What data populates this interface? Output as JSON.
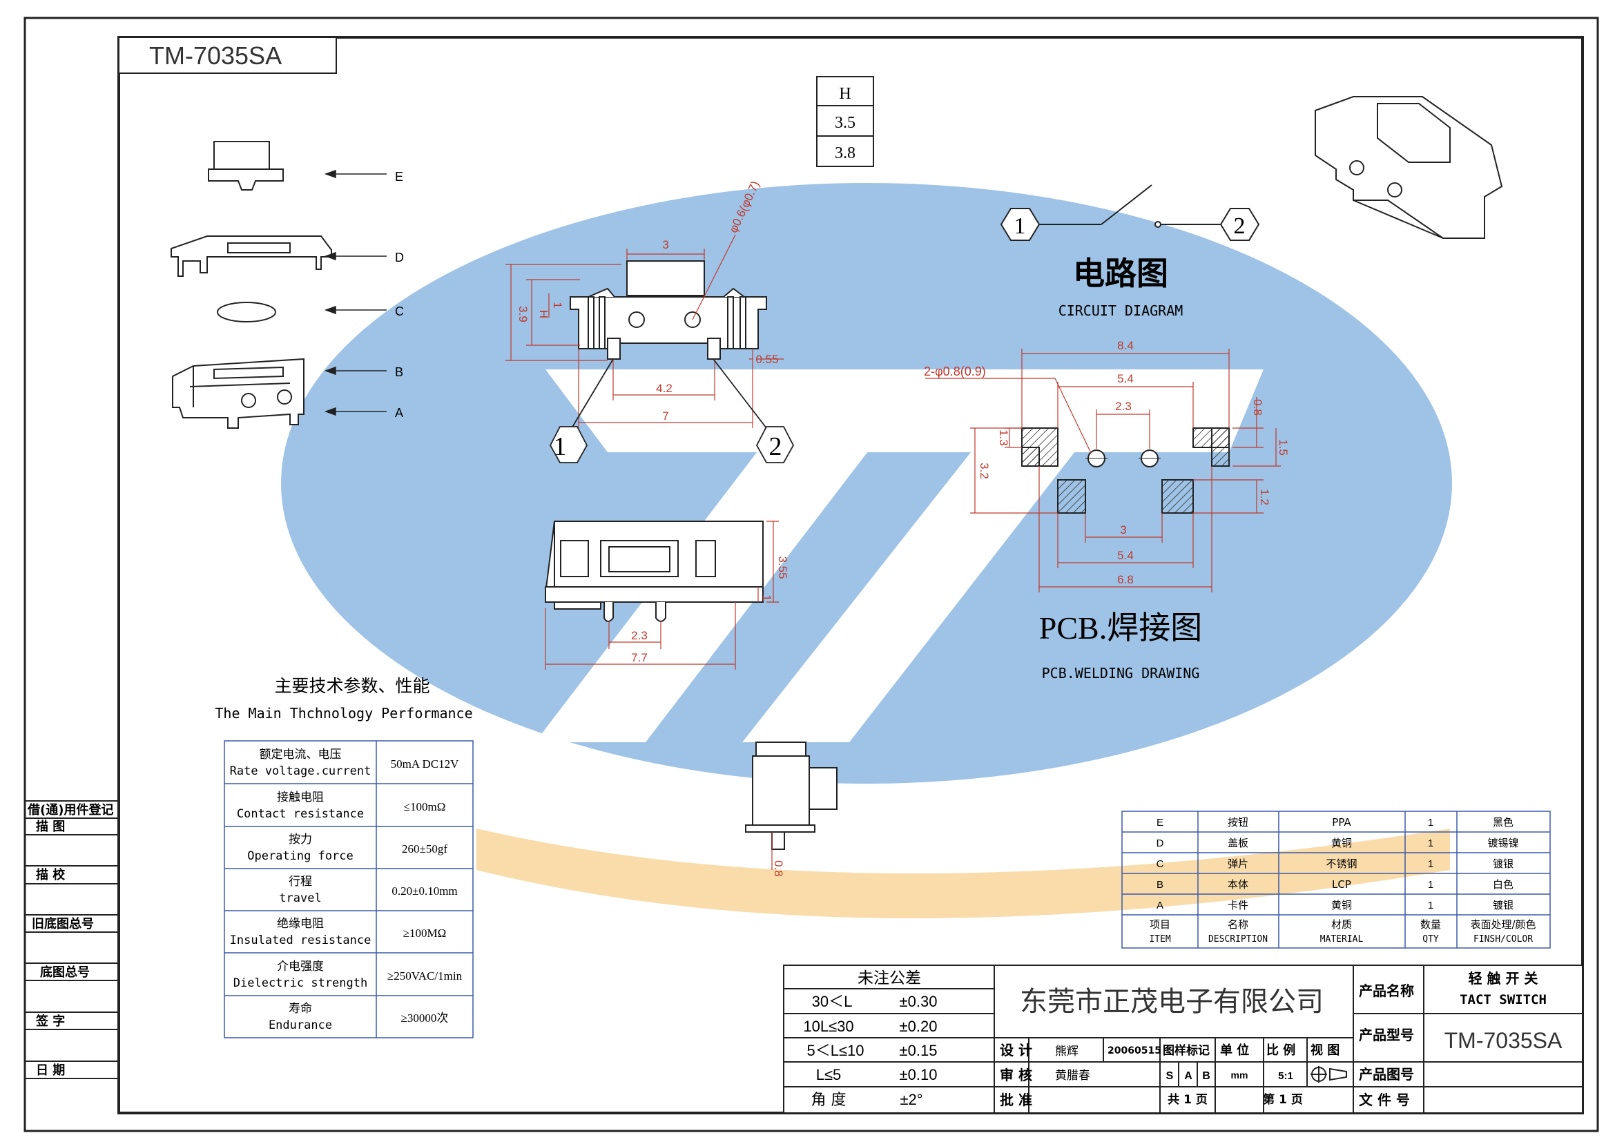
{
  "model_tab": "TM-7035SA",
  "height_table": {
    "header": "H",
    "values": [
      "3.5",
      "3.8"
    ]
  },
  "exploded_view": {
    "labels": [
      "E",
      "D",
      "C",
      "B",
      "A"
    ]
  },
  "front_view_dims": {
    "d3": "3",
    "d39": "3.9",
    "dH": "H",
    "d1": "1",
    "pin": "φ0.6(φ0.7)",
    "d055": "0.55",
    "d42": "4.2",
    "d7": "7",
    "p1": "1",
    "p2": "2"
  },
  "side_view_dims": {
    "d355": "3.55",
    "d1": "1",
    "d23": "2.3",
    "d77": "7.7"
  },
  "bottom_view_dims": {
    "d08": "0.8"
  },
  "circuit": {
    "title_cn": "电路图",
    "title_en": "CIRCUIT DIAGRAM",
    "p1": "1",
    "p2": "2"
  },
  "pcb": {
    "title_cn": "PCB.焊接图",
    "title_en": "PCB.WELDING DRAWING",
    "dims": {
      "d84": "8.4",
      "hole": "2-φ0.8(0.9)",
      "d54a": "5.4",
      "d23": "2.3",
      "d08": "0.8",
      "d13": "1.3",
      "d15": "1.5",
      "d32": "3.2",
      "d12": "1.2",
      "d3": "3",
      "d54b": "5.4",
      "d68": "6.8"
    }
  },
  "performance": {
    "title_cn": "主要技术参数、性能",
    "title_en": "The Main Thchnology Performance",
    "rows": [
      {
        "cn": "额定电流、电压",
        "en": "Rate voltage.current",
        "value": "50mA DC12V"
      },
      {
        "cn": "接触电阻",
        "en": "Contact resistance",
        "value": "≤100mΩ"
      },
      {
        "cn": "按力",
        "en": "Operating force",
        "value": "260±50gf"
      },
      {
        "cn": "行程",
        "en": "travel",
        "value": "0.20±0.10mm"
      },
      {
        "cn": "绝缘电阻",
        "en": "Insulated resistance",
        "value": "≥100MΩ"
      },
      {
        "cn": "介电强度",
        "en": "Dielectric strength",
        "value": "≥250VAC/1min"
      },
      {
        "cn": "寿命",
        "en": "Endurance",
        "value": "≥30000次"
      }
    ]
  },
  "bom": {
    "rows": [
      {
        "item": "E",
        "desc": "按钮",
        "material": "PPA",
        "qty": "1",
        "finish": "黑色"
      },
      {
        "item": "D",
        "desc": "盖板",
        "material": "黄铜",
        "qty": "1",
        "finish": "镀锡镍"
      },
      {
        "item": "C",
        "desc": "弹片",
        "material": "不锈钢",
        "qty": "1",
        "finish": "镀银"
      },
      {
        "item": "B",
        "desc": "本体",
        "material": "LCP",
        "qty": "1",
        "finish": "白色"
      },
      {
        "item": "A",
        "desc": "卡件",
        "material": "黄铜",
        "qty": "1",
        "finish": "镀银"
      }
    ],
    "header": {
      "item_cn": "项目",
      "item_en": "ITEM",
      "desc_cn": "名称",
      "desc_en": "DESCRIPTION",
      "mat_cn": "材质",
      "mat_en": "MATERIAL",
      "qty_cn": "数量",
      "qty_en": "QTY",
      "fin_cn": "表面处理/颜色",
      "fin_en": "FINSH/COLOR"
    }
  },
  "tolerance": {
    "title": "未注公差",
    "rows": [
      {
        "range": "30＜L",
        "tol": "±0.30"
      },
      {
        "range": "10L≤30",
        "tol": "±0.20"
      },
      {
        "range": "5＜L≤10",
        "tol": "±0.15"
      },
      {
        "range": "L≤5",
        "tol": "±0.10"
      },
      {
        "range": "角  度",
        "tol": "±2°"
      }
    ]
  },
  "title_block": {
    "company": "东莞市正茂电子有限公司",
    "design_label": "设 计",
    "designer": "熊辉",
    "date": "20060515",
    "mark_label": "图样标记",
    "unit_label": "单 位",
    "scale_label": "比 例",
    "view_label": "视 图",
    "review_label": "审 核",
    "reviewer": "黄腊春",
    "marks": [
      "S",
      "A",
      "B"
    ],
    "unit": "mm",
    "scale": "5:1",
    "approve_label": "批 准",
    "total": "共 1 页",
    "page": "第 1 页",
    "product_name_label": "产品名称",
    "product_name_cn": "轻 触 开 关",
    "product_name_en": "TACT SWITCH",
    "product_model_label": "产品型号",
    "product_model": "TM-7035SA",
    "drawing_no_label": "产品图号",
    "file_no_label": "文 件 号"
  },
  "left_column": {
    "labels": [
      "借(通)用件登记",
      "描  图",
      "描  校",
      "旧底图总号",
      "底图总号",
      "签  字",
      "日  期"
    ]
  },
  "colors": {
    "watermark_blue": "#9ec3e6",
    "watermark_orange": "#f9dcaa",
    "dim_red": "#c0392b",
    "table_blue": "#3a5aa8"
  }
}
